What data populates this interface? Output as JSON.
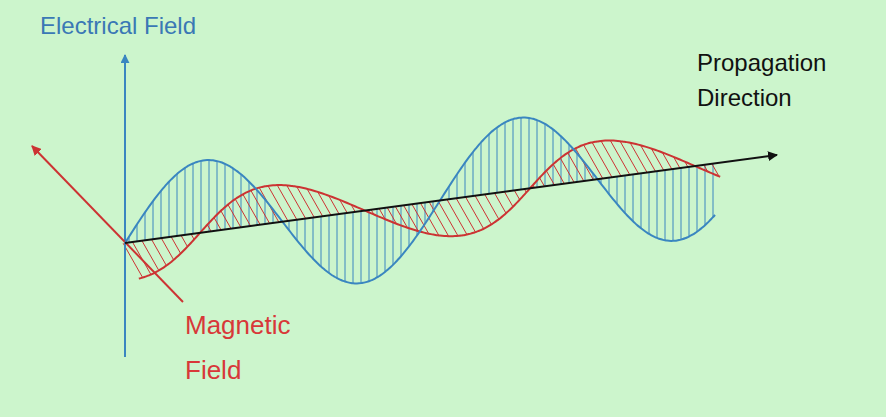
{
  "diagram": {
    "labels": [
      "Electrical Field",
      "Propagation Direction",
      "Magnetic Field"
    ]
  }
}
